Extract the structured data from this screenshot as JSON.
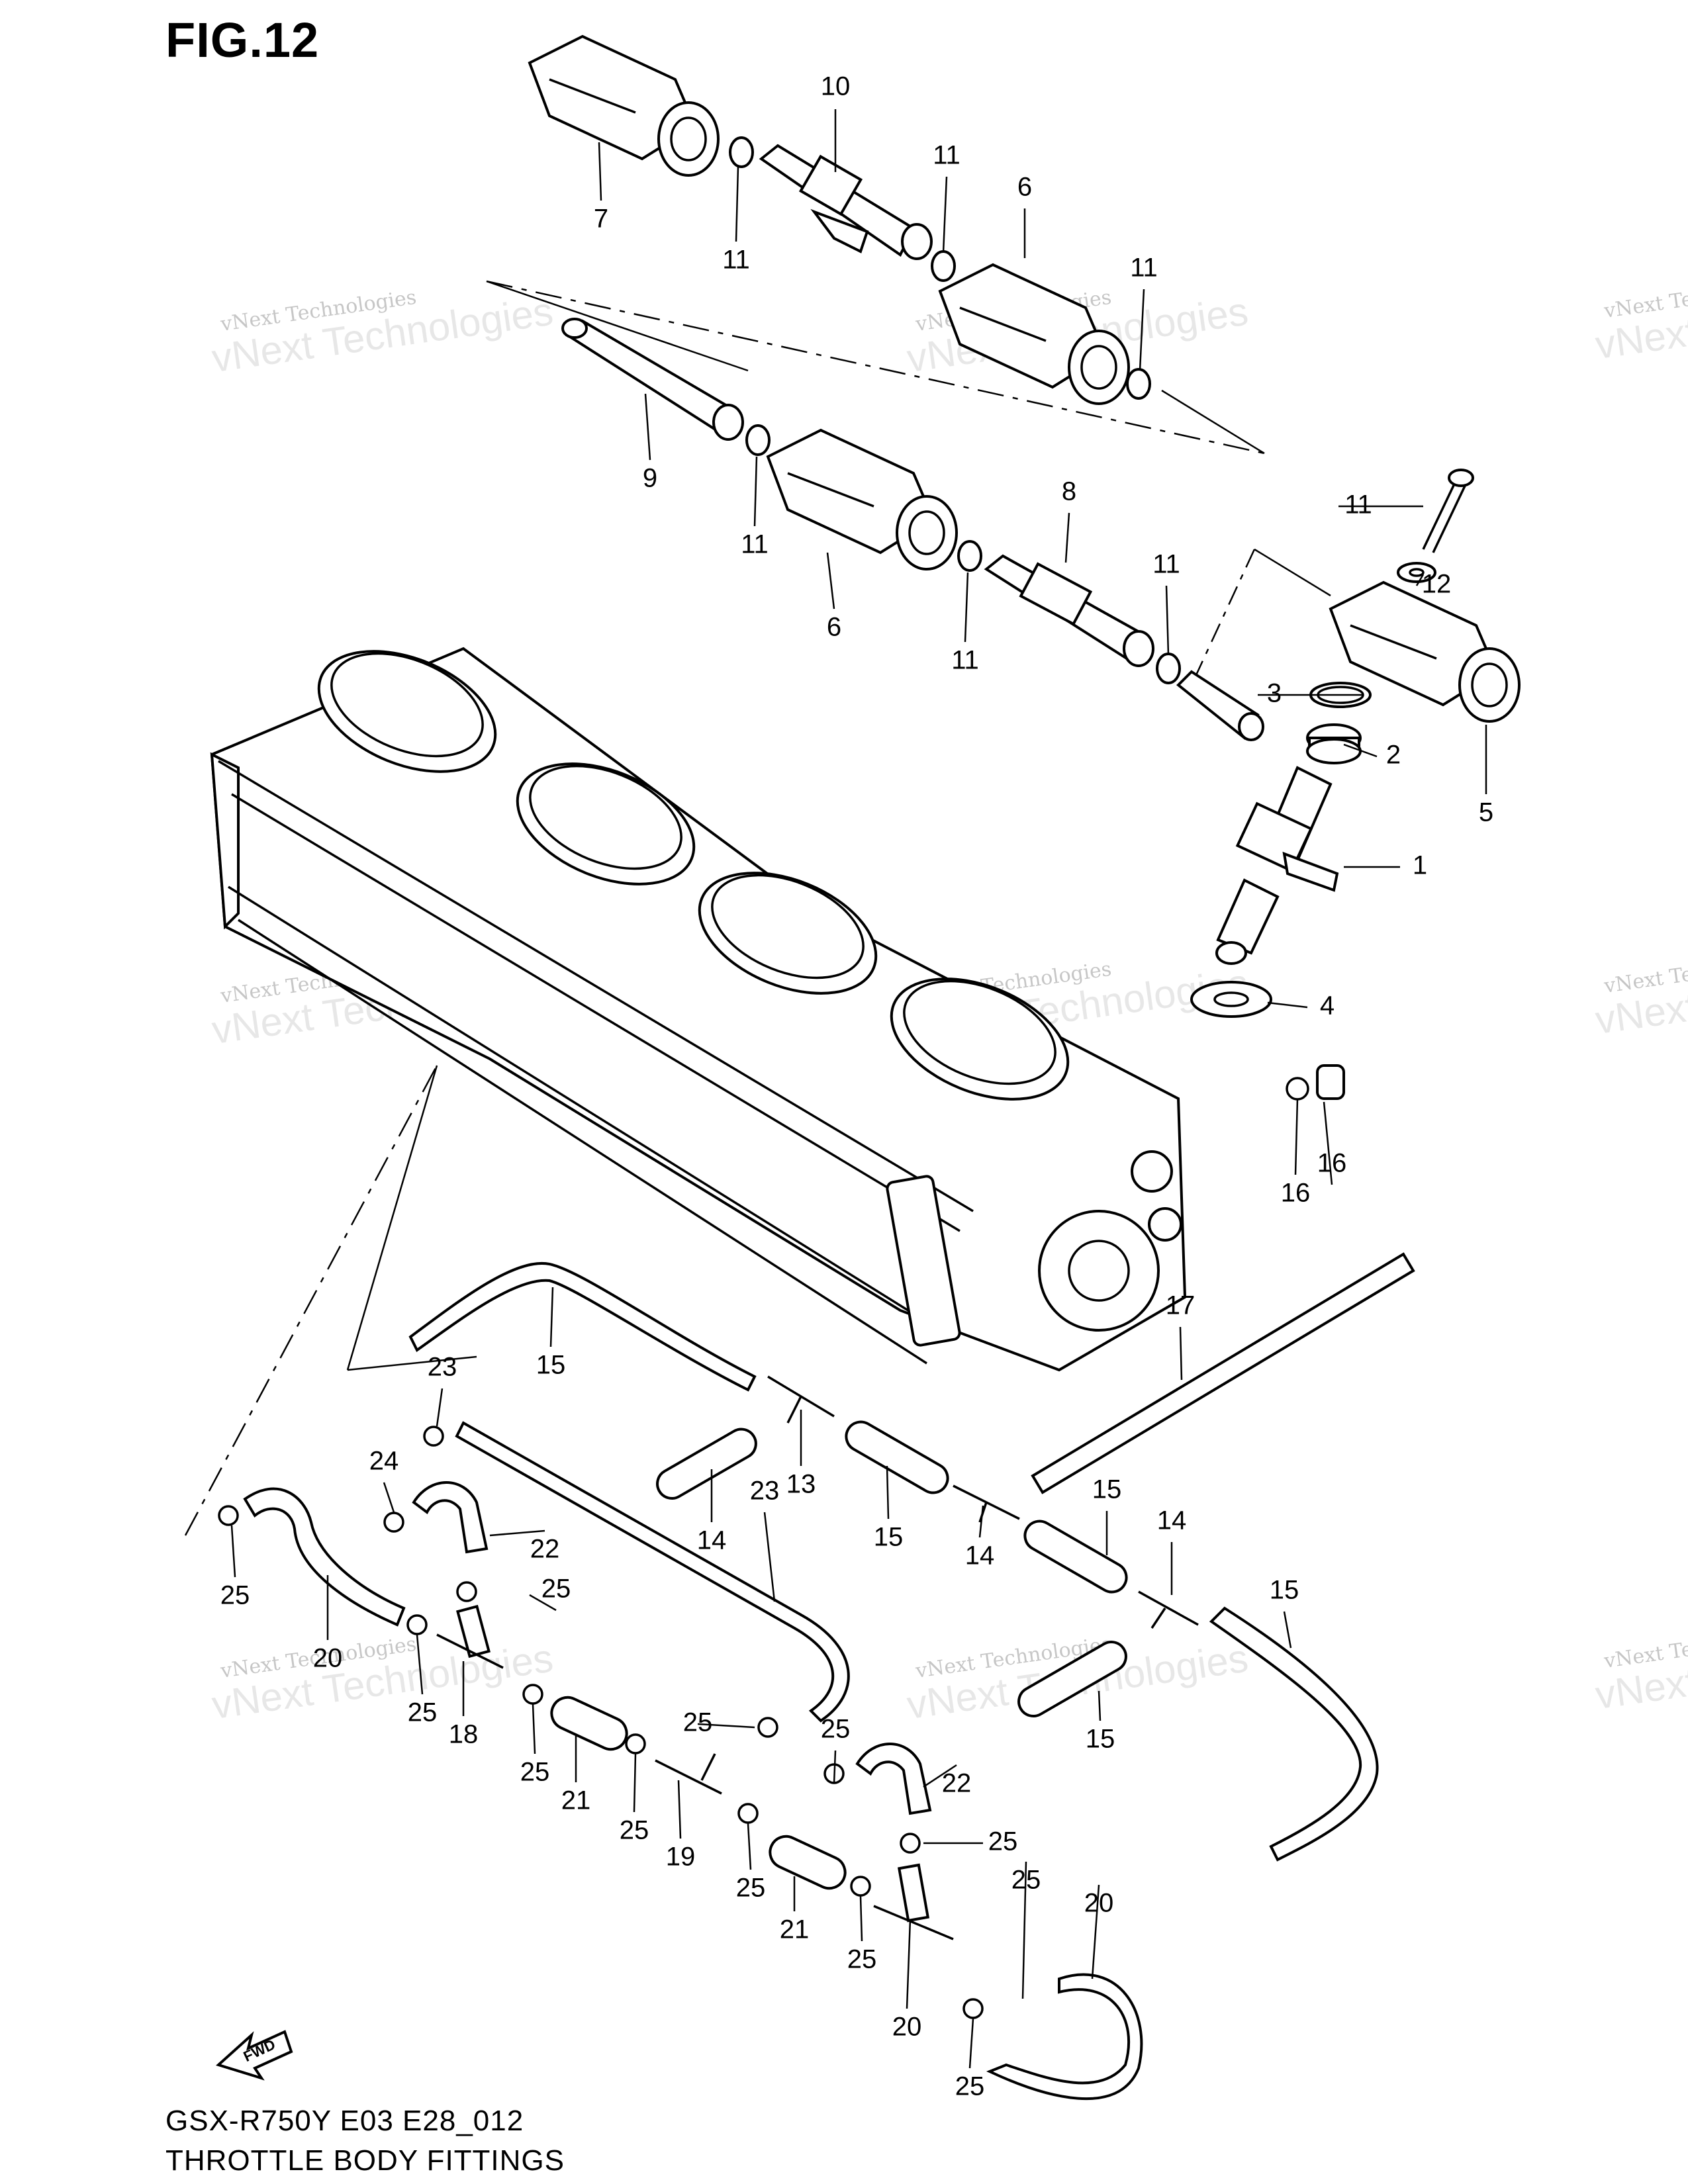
{
  "figure": {
    "title": "FIG.12",
    "model_code": "GSX-R750Y E03 E28_012",
    "section_name": "THROTTLE BODY FITTINGS",
    "fwd_mark": "FWD"
  },
  "watermark": {
    "line1": "vNext Technologies",
    "line2": "vNext Technologies"
  },
  "callouts": [
    "1",
    "2",
    "3",
    "4",
    "5",
    "6",
    "6",
    "7",
    "8",
    "9",
    "10",
    "11",
    "11",
    "11",
    "11",
    "11",
    "11",
    "11",
    "12",
    "13",
    "14",
    "14",
    "14",
    "15",
    "15",
    "15",
    "15",
    "15",
    "16",
    "16",
    "17",
    "18",
    "19",
    "20",
    "20",
    "20",
    "21",
    "21",
    "22",
    "22",
    "23",
    "23",
    "24",
    "25",
    "25",
    "25",
    "25",
    "25",
    "25",
    "25",
    "25",
    "25",
    "25",
    "25",
    "25",
    "25"
  ]
}
